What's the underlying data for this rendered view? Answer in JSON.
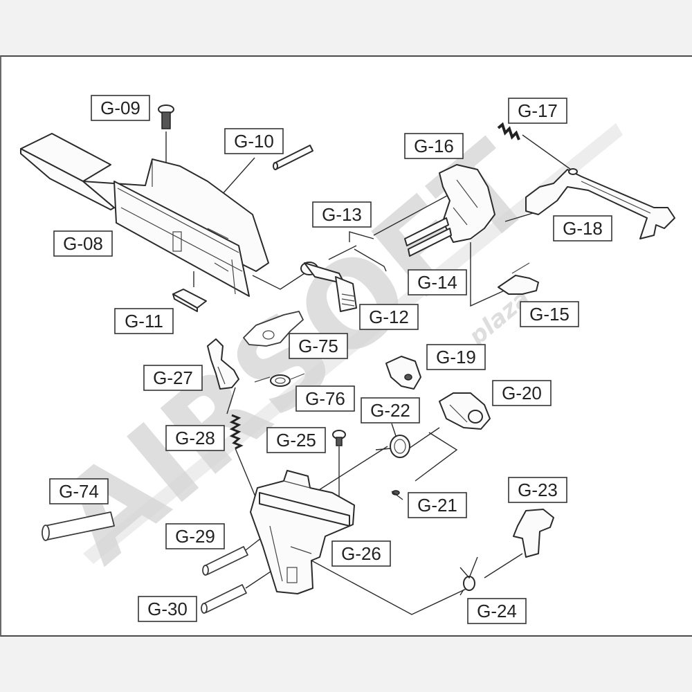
{
  "watermark": {
    "text": "AIRSOFT",
    "subtext": "plaza"
  },
  "labels": [
    {
      "id": "G-09",
      "text": "G-09"
    },
    {
      "id": "G-10",
      "text": "G-10"
    },
    {
      "id": "G-08",
      "text": "G-08"
    },
    {
      "id": "G-11",
      "text": "G-11"
    },
    {
      "id": "G-13",
      "text": "G-13"
    },
    {
      "id": "G-16",
      "text": "G-16"
    },
    {
      "id": "G-17",
      "text": "G-17"
    },
    {
      "id": "G-18",
      "text": "G-18"
    },
    {
      "id": "G-14",
      "text": "G-14"
    },
    {
      "id": "G-15",
      "text": "G-15"
    },
    {
      "id": "G-12",
      "text": "G-12"
    },
    {
      "id": "G-75",
      "text": "G-75"
    },
    {
      "id": "G-19",
      "text": "G-19"
    },
    {
      "id": "G-27",
      "text": "G-27"
    },
    {
      "id": "G-76",
      "text": "G-76"
    },
    {
      "id": "G-20",
      "text": "G-20"
    },
    {
      "id": "G-22",
      "text": "G-22"
    },
    {
      "id": "G-28",
      "text": "G-28"
    },
    {
      "id": "G-25",
      "text": "G-25"
    },
    {
      "id": "G-74",
      "text": "G-74"
    },
    {
      "id": "G-23",
      "text": "G-23"
    },
    {
      "id": "G-21",
      "text": "G-21"
    },
    {
      "id": "G-29",
      "text": "G-29"
    },
    {
      "id": "G-26",
      "text": "G-26"
    },
    {
      "id": "G-30",
      "text": "G-30"
    },
    {
      "id": "G-24",
      "text": "G-24"
    }
  ]
}
